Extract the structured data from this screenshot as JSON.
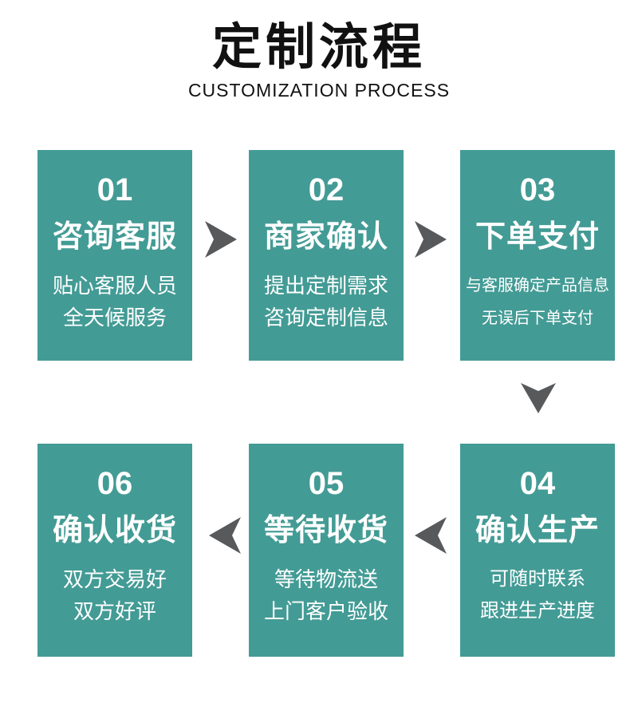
{
  "header": {
    "title": "定制流程",
    "subtitle": "CUSTOMIZATION PROCESS"
  },
  "colors": {
    "box_bg": "#439b95",
    "arrow": "#58595b",
    "heading": "#111111",
    "box_text": "#ffffff"
  },
  "steps": [
    {
      "number": "01",
      "title": "咨询客服",
      "desc_lines": [
        "贴心客服人员",
        "全天候服务"
      ]
    },
    {
      "number": "02",
      "title": "商家确认",
      "desc_lines": [
        "提出定制需求",
        "咨询定制信息"
      ]
    },
    {
      "number": "03",
      "title": "下单支付",
      "desc_lines": [
        "与客服确定产品信息",
        "无误后下单支付"
      ]
    },
    {
      "number": "04",
      "title": "确认生产",
      "desc_lines": [
        "可随时联系",
        "跟进生产进度"
      ]
    },
    {
      "number": "05",
      "title": "等待收货",
      "desc_lines": [
        "等待物流送",
        "上门客户验收"
      ]
    },
    {
      "number": "06",
      "title": "确认收货",
      "desc_lines": [
        "双方交易好",
        "双方好评"
      ]
    }
  ],
  "flow": {
    "direction_row1": "left-to-right",
    "direction_row2": "right-to-left",
    "arrow_count": 5
  }
}
